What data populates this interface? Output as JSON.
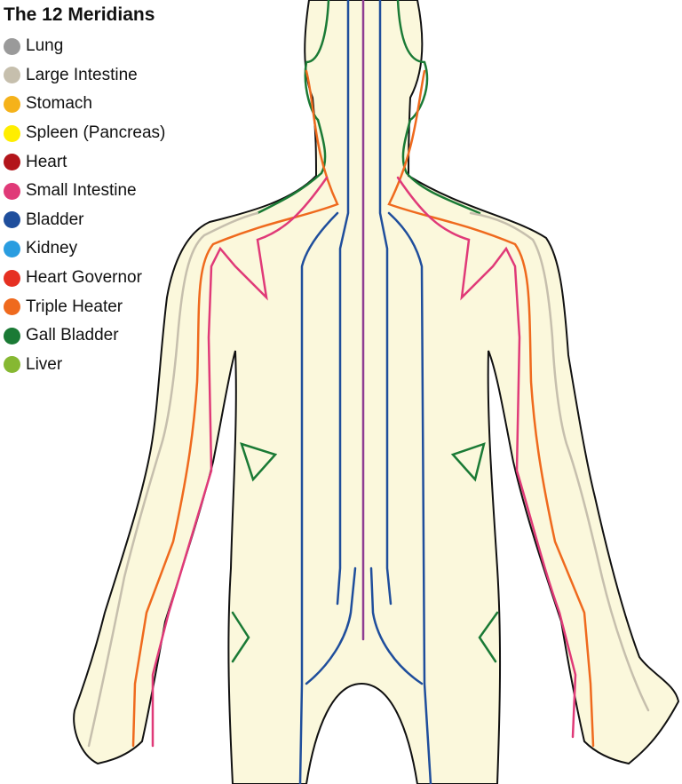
{
  "title": "The 12 Meridians",
  "meridians": [
    {
      "label": "Lung",
      "color": "#9a9a9a"
    },
    {
      "label": "Large Intestine",
      "color": "#c6bfad"
    },
    {
      "label": "Stomach",
      "color": "#f5b21a"
    },
    {
      "label": "Spleen (Pancreas)",
      "color": "#ffee00"
    },
    {
      "label": "Heart",
      "color": "#b3151b"
    },
    {
      "label": "Small Intestine",
      "color": "#e03a78"
    },
    {
      "label": "Bladder",
      "color": "#1f4e9c"
    },
    {
      "label": "Kidney",
      "color": "#2a9de0"
    },
    {
      "label": "Heart Governor",
      "color": "#e63022"
    },
    {
      "label": "Triple Heater",
      "color": "#ef6a1e"
    },
    {
      "label": "Gall Bladder",
      "color": "#1a7a35"
    },
    {
      "label": "Liver",
      "color": "#86b832"
    }
  ],
  "figure": {
    "body_fill": "#fbf8dc",
    "outline": "#111111",
    "governing_vessel_color": "#8e3d92"
  }
}
